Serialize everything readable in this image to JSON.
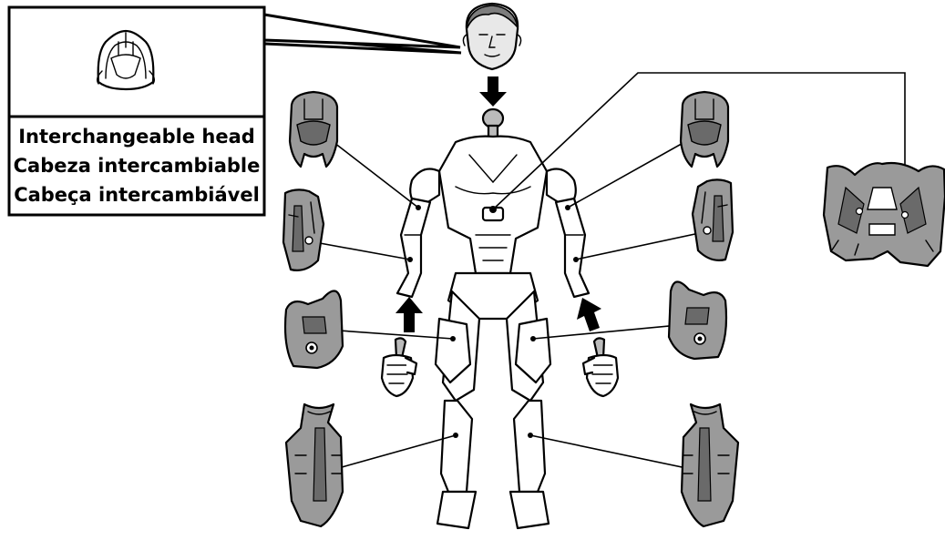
{
  "callout": {
    "line_en": "Interchangeable head",
    "line_es": "Cabeza intercambiable",
    "line_pt": "Cabeça intercambiável"
  },
  "colors": {
    "outline": "#000000",
    "armor_fill": "#9a9a9a",
    "armor_dark": "#6a6a6a",
    "body_fill": "#ffffff",
    "skin_fill": "#e8e8e8"
  },
  "icons": [
    "helmet-icon",
    "head-sculpt-icon",
    "arrow-down-icon",
    "arrow-up-icon",
    "hand-accessory-icon"
  ]
}
